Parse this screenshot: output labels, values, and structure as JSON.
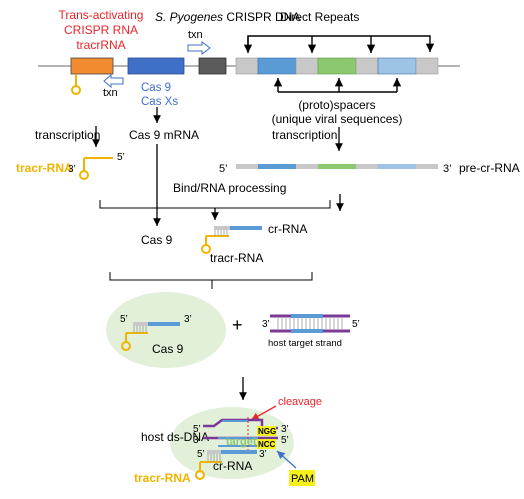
{
  "header": {
    "tracr_label_lines": [
      "Trans-activating",
      "CRISPR RNA",
      "tracrRNA"
    ],
    "dna_title_italic": "S. Pyogenes",
    "dna_title_rest": " CRISPR DNA",
    "direct_repeats": "Direct Repeats"
  },
  "genes": {
    "txn_left": "txn",
    "txn_right": "txn",
    "cas9": "Cas 9",
    "casxs": "Cas Xs"
  },
  "spacers": {
    "line1": "(proto)spacers",
    "line2": "(unique viral sequences)"
  },
  "steps": {
    "transcription_left": "transcription",
    "cas9_mrna": "Cas 9 mRNA",
    "transcription_right": "transcription",
    "bind_processing": "Bind/RNA processing",
    "cas9_protein": "Cas 9"
  },
  "rna": {
    "tracr_red": "tracr-RNA",
    "three_prime": "3’",
    "five_prime": "5’",
    "pre_cr_rna": "pre-cr-RNA",
    "cr_rna": "cr-RNA",
    "tracr_rna": "tracr-RNA"
  },
  "complex": {
    "cas9": "Cas 9",
    "plus": "+",
    "host_target_strand": "host target strand"
  },
  "final": {
    "cleavage": "cleavage",
    "host_ds_dna": "host ds-DNA",
    "target": "target",
    "ngg": "NGG",
    "ncc": "NCC",
    "cr_rna": "cr-RNA",
    "tracr_rna": "tracr-RNA",
    "pam": "PAM"
  },
  "colors": {
    "red": "#e8262a",
    "orange": "#f28a30",
    "blue": "#3f6fc6",
    "gold": "#f0b400",
    "lightblue": "#5b9bd5",
    "green": "#8cc870",
    "lightgreen": "#e2efd9",
    "purple": "#7a3a96",
    "yellow": "#f5ef1a",
    "gray": "#c8c8c8"
  }
}
